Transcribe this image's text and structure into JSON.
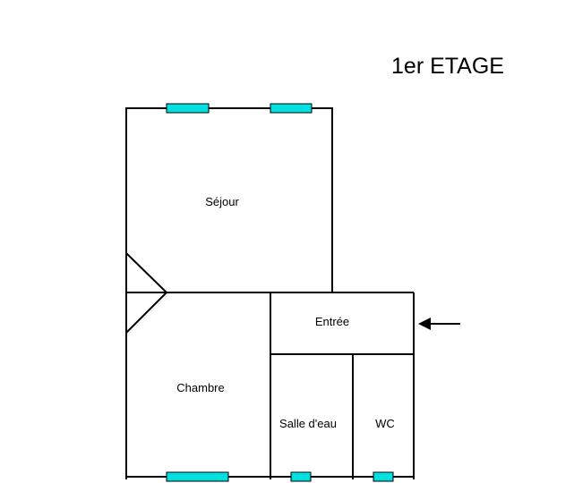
{
  "plan": {
    "title": "1er ETAGE",
    "rooms": {
      "sejour": "Séjour",
      "chambre": "Chambre",
      "entree": "Entrée",
      "salle_deau": "Salle d'eau",
      "wc": "WC"
    }
  },
  "colors": {
    "window_fill": "#00e0e0",
    "wall": "#000000"
  },
  "icons": {
    "entrance": "arrow-left-icon"
  }
}
